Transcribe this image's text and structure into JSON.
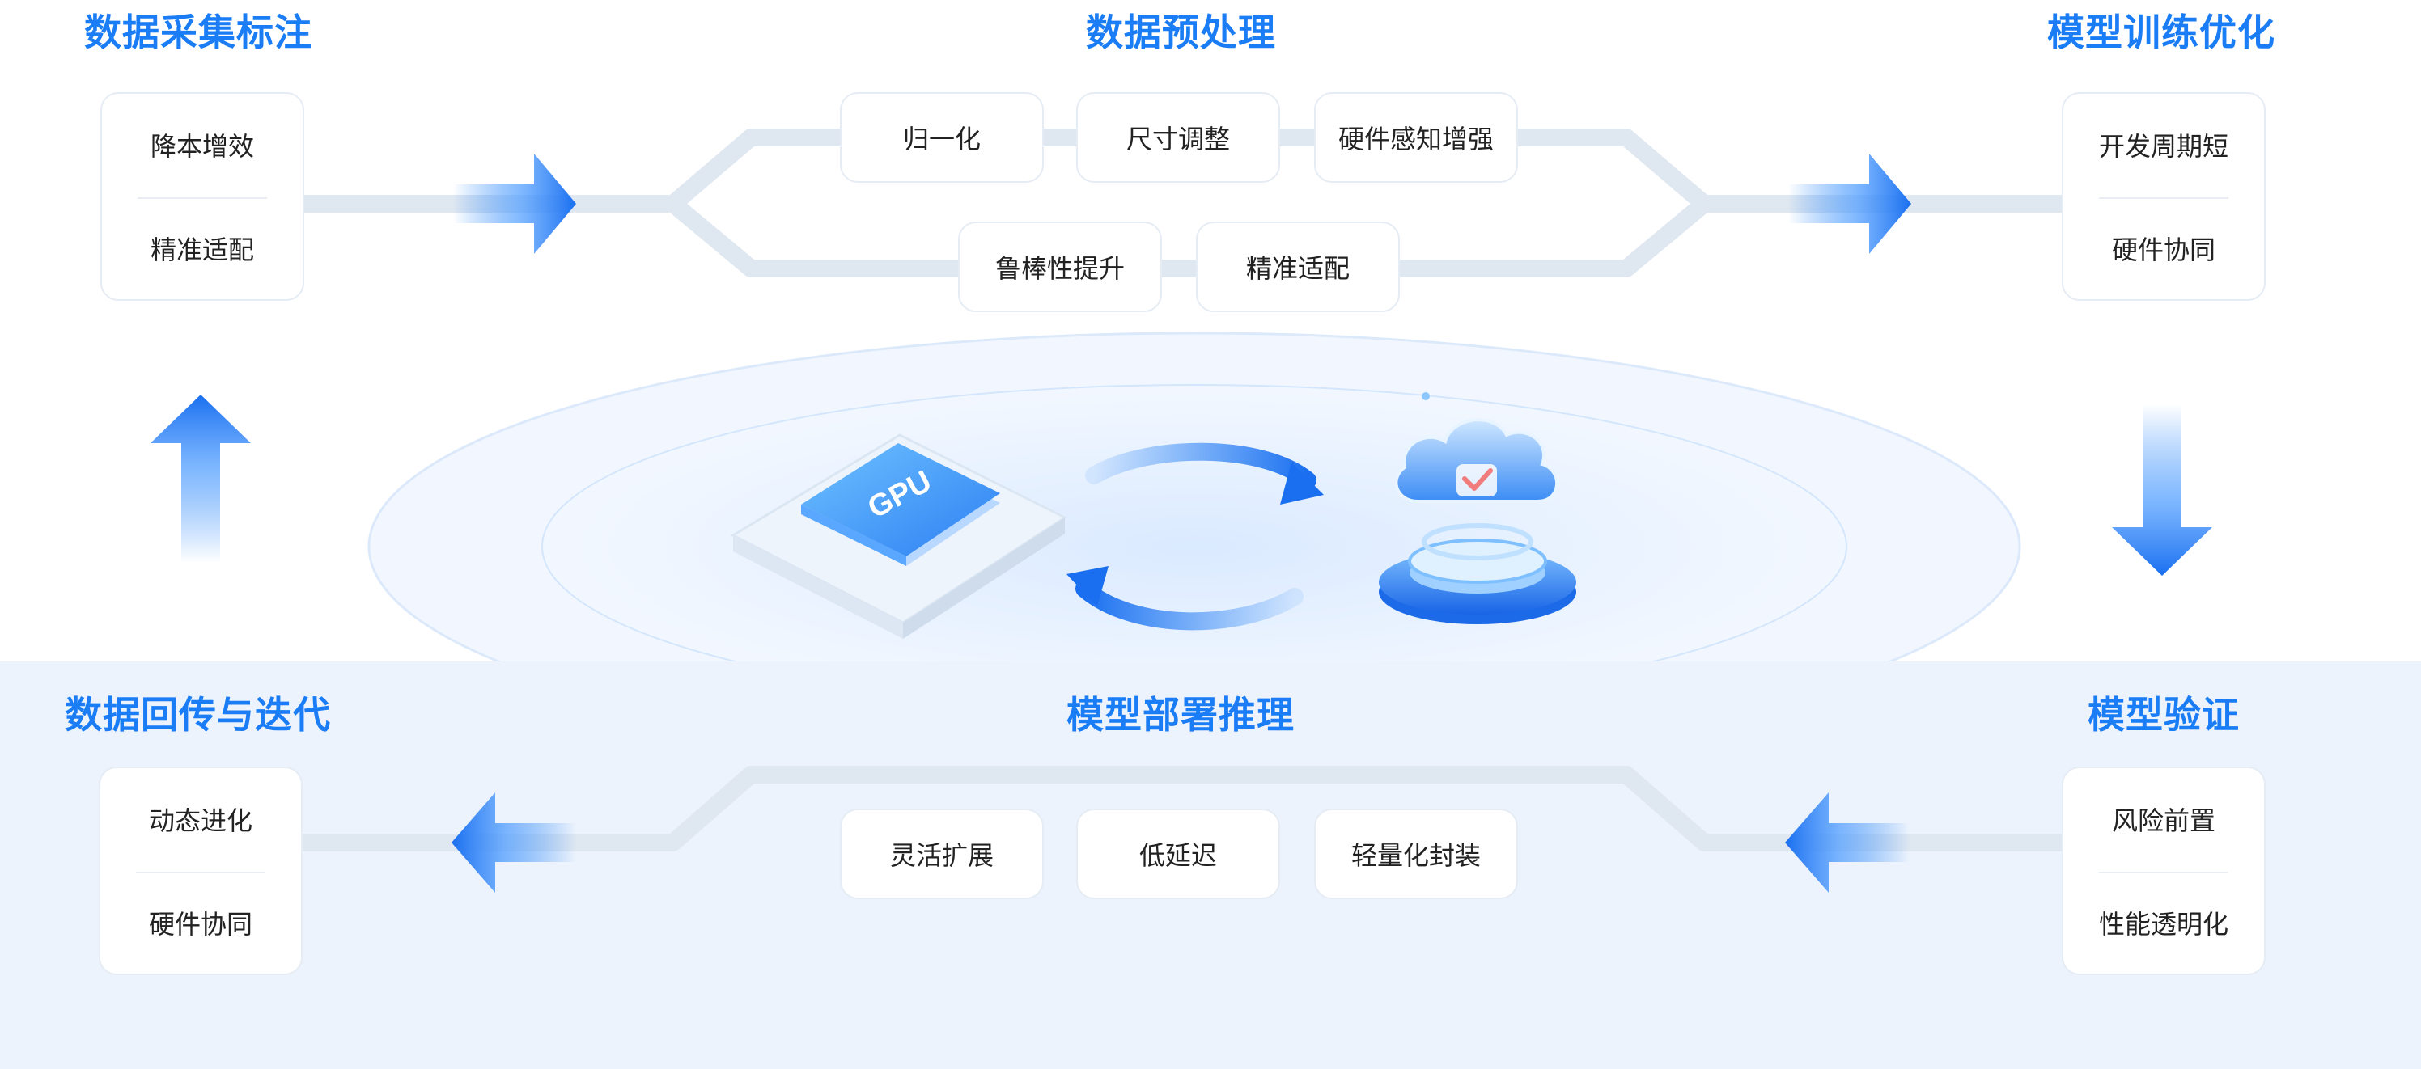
{
  "colors": {
    "accent": "#1a7df5",
    "connector": "#dfe7f1",
    "band": "#edf3fc"
  },
  "stages": {
    "collect": {
      "title": "数据采集标注",
      "items": [
        "降本增效",
        "精准适配"
      ]
    },
    "preprocess": {
      "title": "数据预处理",
      "row1": [
        "归一化",
        "尺寸调整",
        "硬件感知增强"
      ],
      "row2": [
        "鲁棒性提升",
        "精准适配"
      ]
    },
    "train": {
      "title": "模型训练优化",
      "items": [
        "开发周期短",
        "硬件协同"
      ]
    },
    "validate": {
      "title": "模型验证",
      "items": [
        "风险前置",
        "性能透明化"
      ]
    },
    "deploy": {
      "title": "模型部署推理",
      "items": [
        "灵活扩展",
        "低延迟",
        "轻量化封装"
      ]
    },
    "feedback": {
      "title": "数据回传与迭代",
      "items": [
        "动态进化",
        "硬件协同"
      ]
    }
  },
  "center": {
    "chip_label": "GPU",
    "chip_icon": "gpu-chip-icon",
    "cloud_icon": "cloud-check-icon",
    "cycle_icon": "cycle-arrows-icon"
  }
}
